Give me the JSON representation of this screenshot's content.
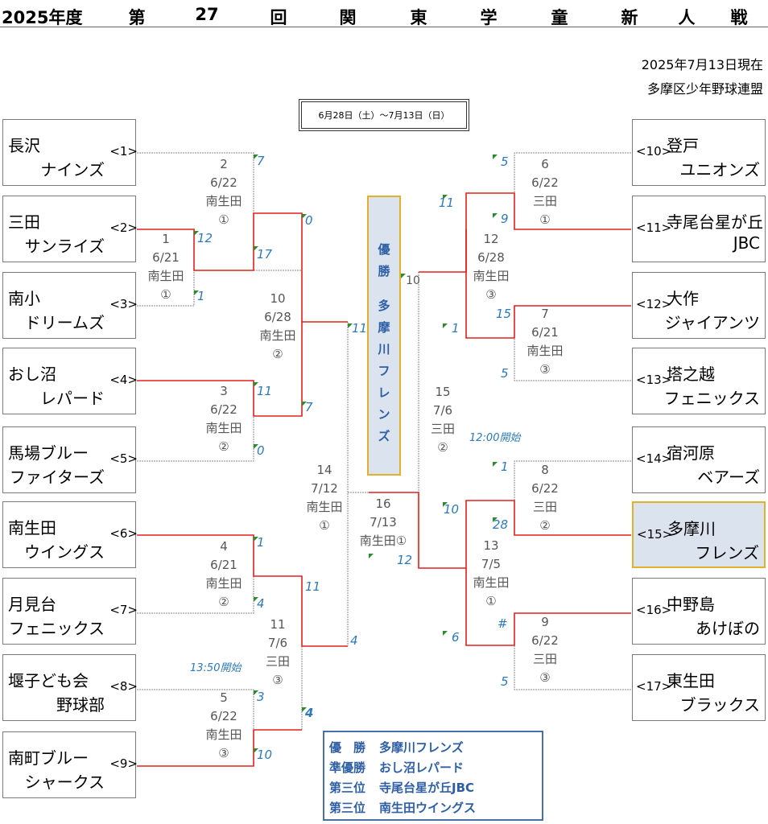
{
  "title": {
    "year": "2025年度",
    "chars": [
      "第",
      "27",
      "回",
      "関",
      "東",
      "学",
      "童",
      "新",
      "人",
      "戦"
    ]
  },
  "info": {
    "asof": "2025年7月13日現在",
    "league": "多摩区少年野球連盟",
    "daterange": "6月28日（土）～7月13日（日）"
  },
  "teams": [
    {
      "l1": "長沢",
      "l2": "ナインズ",
      "seed": "<1>"
    },
    {
      "l1": "三田",
      "l2": "サンライズ",
      "seed": "<2>"
    },
    {
      "l1": "南小",
      "l2": "ドリームズ",
      "seed": "<3>"
    },
    {
      "l1": "おし沼",
      "l2": "レパード",
      "seed": "<4>"
    },
    {
      "l1": "馬場ブルー",
      "l2": "ファイターズ",
      "seed": "<5>"
    },
    {
      "l1": "南生田",
      "l2": "ウイングス",
      "seed": "<6>"
    },
    {
      "l1": "月見台",
      "l2": "フェニックス",
      "seed": "<7>"
    },
    {
      "l1": "堰子ども会",
      "l2": "野球部",
      "seed": "<8>"
    },
    {
      "l1": "南町ブルー",
      "l2": "シャークス",
      "seed": "<9>"
    },
    {
      "l1": "登戸",
      "l2": "ユニオンズ",
      "seed": "<10>"
    },
    {
      "l1": "寺尾台星が丘",
      "l2": "JBC",
      "seed": "<11>"
    },
    {
      "l1": "大作",
      "l2": "ジャイアンツ",
      "seed": "<12>"
    },
    {
      "l1": "塔之越",
      "l2": "フェニックス",
      "seed": "<13>"
    },
    {
      "l1": "宿河原",
      "l2": "ベアーズ",
      "seed": "<14>"
    },
    {
      "l1": "多摩川",
      "l2": "フレンズ",
      "seed": "<15>"
    },
    {
      "l1": "中野島",
      "l2": "あけぼの",
      "seed": "<16>"
    },
    {
      "l1": "東生田",
      "l2": "ブラックス",
      "seed": "<17>"
    }
  ],
  "games": {
    "g1": {
      "no": "1",
      "date": "6/21",
      "field": "南生田",
      "slot": "①"
    },
    "g2": {
      "no": "2",
      "date": "6/22",
      "field": "南生田",
      "slot": "①"
    },
    "g3": {
      "no": "3",
      "date": "6/22",
      "field": "南生田",
      "slot": "②"
    },
    "g4": {
      "no": "4",
      "date": "6/21",
      "field": "南生田",
      "slot": "②"
    },
    "g5": {
      "no": "5",
      "date": "6/22",
      "field": "南生田",
      "slot": "③"
    },
    "g6": {
      "no": "6",
      "date": "6/22",
      "field": "三田",
      "slot": "①"
    },
    "g7": {
      "no": "7",
      "date": "6/21",
      "field": "南生田",
      "slot": "③"
    },
    "g8": {
      "no": "8",
      "date": "6/22",
      "field": "三田",
      "slot": "②"
    },
    "g9": {
      "no": "9",
      "date": "6/22",
      "field": "三田",
      "slot": "③"
    },
    "g10": {
      "no": "10",
      "date": "6/28",
      "field": "南生田",
      "slot": "②"
    },
    "g11": {
      "no": "11",
      "date": "7/6",
      "field": "三田",
      "slot": "③"
    },
    "g12": {
      "no": "12",
      "date": "6/28",
      "field": "南生田",
      "slot": "③"
    },
    "g13": {
      "no": "13",
      "date": "7/5",
      "field": "南生田",
      "slot": "①"
    },
    "g14": {
      "no": "14",
      "date": "7/12",
      "field": "南生田",
      "slot": "①"
    },
    "g15": {
      "no": "15",
      "date": "7/6",
      "field": "三田",
      "slot": "②"
    },
    "g16": {
      "no": "16",
      "date": "7/13",
      "field": "南生田①"
    },
    "g10r": "10"
  },
  "scores": {
    "s1a": "12",
    "s1b": "1",
    "s2a": "7",
    "s2b": "17",
    "s3a": "11",
    "s3b": "0",
    "s4a": "1",
    "s4b": "4",
    "s5a": "3",
    "s5b": "10",
    "s10a": "0",
    "s10b": "7",
    "s11a": "11",
    "s11b": "4",
    "s14a": "11",
    "s14b": "4",
    "s6a": "5",
    "s6b": "9",
    "s7a": "15",
    "s7b": "5",
    "s8a": "1",
    "s8b": "28",
    "s9a": "#",
    "s9b": "5",
    "s12a": "11",
    "s12b": "1",
    "s13a": "10",
    "s13b": "6",
    "s16b": "12"
  },
  "notes": {
    "n1": "13:50開始",
    "n2": "12:00開始"
  },
  "champion": {
    "label": [
      "優",
      "勝"
    ],
    "name": [
      "多",
      "摩",
      "川",
      "フ",
      "レ",
      "ン",
      "ズ"
    ]
  },
  "results": [
    {
      "rank": "優　勝",
      "team": "多摩川フレンズ"
    },
    {
      "rank": "準優勝",
      "team": "おし沼レパード"
    },
    {
      "rank": "第三位",
      "team": "寺尾台星が丘JBC"
    },
    {
      "rank": "第三位",
      "team": "南生田ウイングス"
    }
  ],
  "colors": {
    "win_line": "#e0201c",
    "line": "#888888",
    "score": "#2e79b8",
    "accent": "#e3b02c"
  }
}
